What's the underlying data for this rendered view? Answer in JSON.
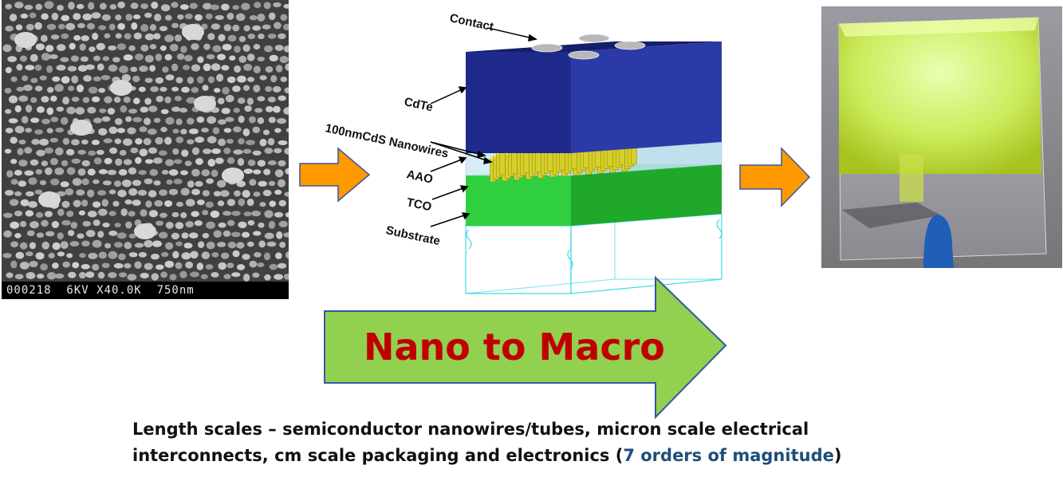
{
  "sem_image": {
    "caption": "000218  6KV X40.0K  750nm"
  },
  "device_diagram": {
    "labels": {
      "contact": "Contact",
      "cdte": "CdTe",
      "nanowires": "100nmCdS Nanowires",
      "aao": "AAO",
      "tco": "TCO",
      "substrate": "Substrate"
    },
    "colors": {
      "cdte": "#1f2a8c",
      "tco": "#2ecc40",
      "nanowire": "#d8d028",
      "aao": "#c8e6f2"
    }
  },
  "banner": {
    "text": "Nano to Macro",
    "fill": "#92d050",
    "text_color": "#c00000"
  },
  "caption": {
    "line1": "Length scales – semiconductor nanowires/tubes, micron scale electrical",
    "line2_pre": "interconnects, cm scale packaging and electronics (",
    "line2_highlight": "7 orders of magnitude",
    "line2_post": ")"
  },
  "colors": {
    "orange_arrow": "#ff9900",
    "highlight": "#1f4e79"
  }
}
